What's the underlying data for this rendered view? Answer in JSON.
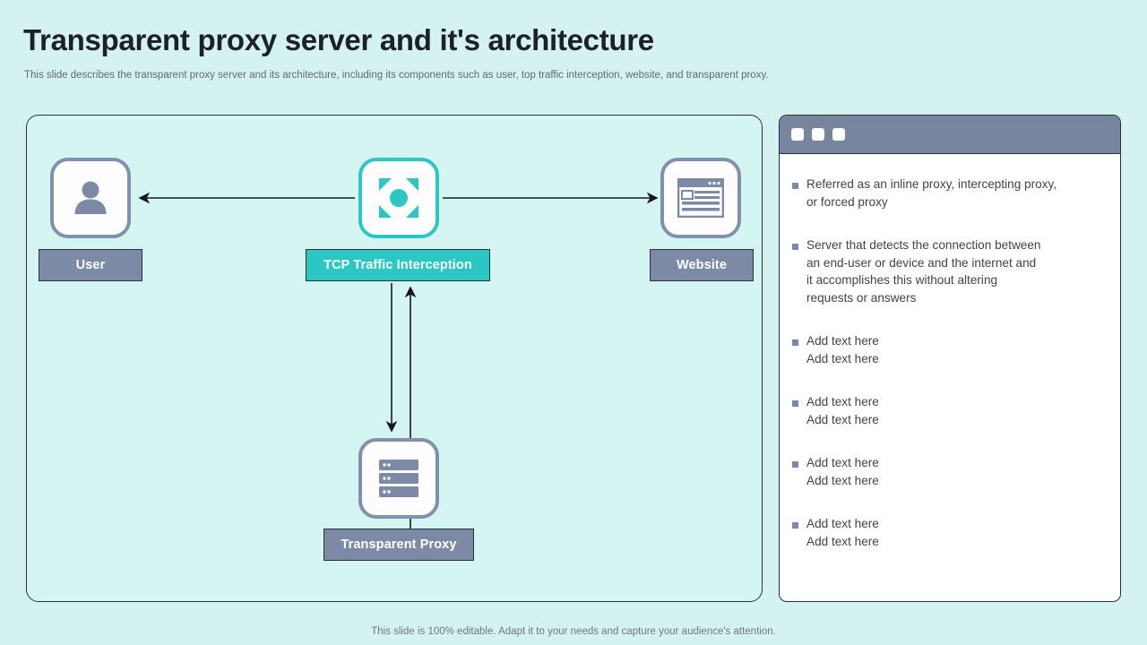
{
  "slide": {
    "title": "Transparent proxy server and it's architecture",
    "subtitle": "This slide describes the transparent proxy server and its architecture, including its components such as user, top traffic interception, website, and transparent proxy.",
    "footer": "This slide is 100% editable. Adapt it to your needs and capture your audience's attention."
  },
  "colors": {
    "background": "#d3f2f0",
    "panel_fill": "#d5f5f3",
    "accent_teal": "#2cc7c2",
    "accent_gray_blue": "#7d8aa6",
    "border_dark": "#2b3138",
    "text_body": "#3e4449"
  },
  "diagram": {
    "nodes": [
      {
        "id": "user",
        "label": "User",
        "icon": "user-icon",
        "chip_style": "gray"
      },
      {
        "id": "tcp",
        "label": "TCP Traffic Interception",
        "icon": "intercept-icon",
        "chip_style": "teal"
      },
      {
        "id": "website",
        "label": "Website",
        "icon": "browser-icon",
        "chip_style": "gray"
      },
      {
        "id": "proxy",
        "label": "Transparent Proxy",
        "icon": "server-icon",
        "chip_style": "gray"
      }
    ],
    "connections": [
      {
        "from": "tcp",
        "to": "user",
        "direction": "left"
      },
      {
        "from": "tcp",
        "to": "website",
        "direction": "right"
      },
      {
        "from": "tcp",
        "to": "proxy",
        "direction": "down"
      },
      {
        "from": "proxy",
        "to": "tcp",
        "direction": "up"
      }
    ]
  },
  "notes": {
    "window_buttons": [
      "minimize-button",
      "maximize-button",
      "close-button"
    ],
    "items": [
      {
        "text": "Referred as an inline proxy, intercepting proxy,\nor forced proxy"
      },
      {
        "text": "Server that detects the connection between\nan end-user or device and the internet and\nit accomplishes this without altering\nrequests or answers"
      },
      {
        "text": "Add text here\nAdd text here"
      },
      {
        "text": "Add text here\nAdd text here"
      },
      {
        "text": "Add text here\nAdd text here"
      },
      {
        "text": "Add text here\nAdd text here"
      }
    ]
  }
}
